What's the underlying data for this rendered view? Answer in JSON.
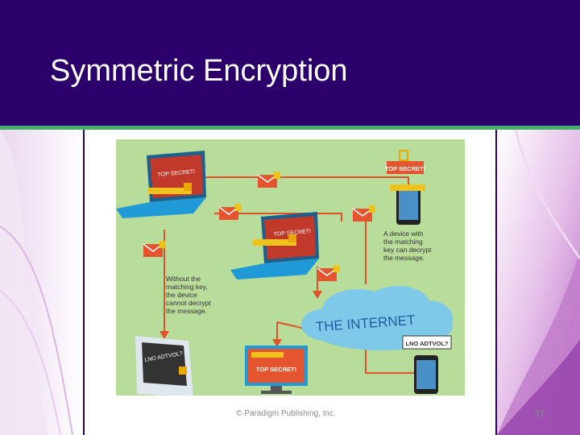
{
  "slide": {
    "title": "Symmetric Encryption",
    "footer": "© Paradigm Publishing, Inc.",
    "page_number": "37"
  },
  "diagram": {
    "internet_label": "THE INTERNET",
    "laptop_top_screen": "TOP SECRET!",
    "laptop_mid_screen": "TOP SECRET!",
    "phone_top_badge": "TOP SECRET!",
    "phone_top_caption": [
      "A device with",
      "the matching",
      "key can decrypt",
      "the message."
    ],
    "tablet_caption": [
      "Without the",
      "matching key,",
      "the device",
      "cannot decrypt",
      "the message."
    ],
    "tablet_screen": "LNO ADTVOL?",
    "monitor_badge": "TOP SECRET!",
    "phone_bottom_badge": "LNO ADTVOL?",
    "colors": {
      "header_bg": "#2c006b",
      "accent_green": "#45b06a",
      "diagram_bg": "#b8dc9a",
      "arrow": "#e0522c",
      "envelope": "#e4542e",
      "key": "#f0c21c",
      "cloud": "#7ec8ea",
      "device_blue": "#1f9ad6"
    }
  }
}
